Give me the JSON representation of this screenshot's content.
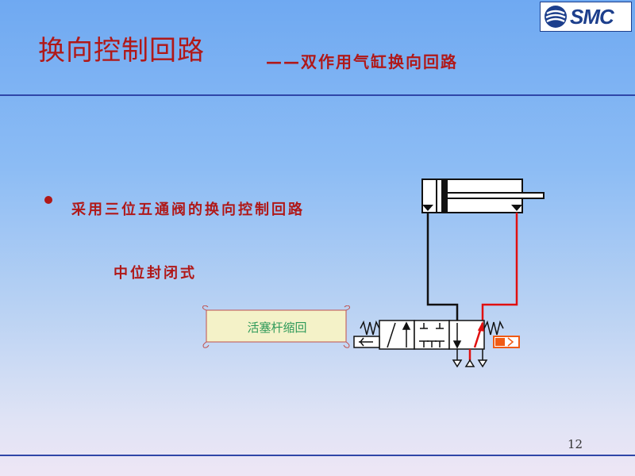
{
  "slide": {
    "title": "换向控制回路",
    "subtitle": "——双作用气缸换向回路",
    "logo_text": "SMC",
    "bullet_text": "采用三位五通阀的换向控制回路",
    "bullet_sub": "中位封闭式",
    "callout_text": "活塞杆缩回",
    "page_number": "12"
  },
  "colors": {
    "title": "#b01818",
    "rule": "#2f46a8",
    "logo": "#1d3f8c",
    "callout_text": "#2f9a5a",
    "callout_fill": "#f4f2c8",
    "active_line": "#e01010",
    "line": "#111111",
    "solenoid_fill": "#f05a14"
  }
}
